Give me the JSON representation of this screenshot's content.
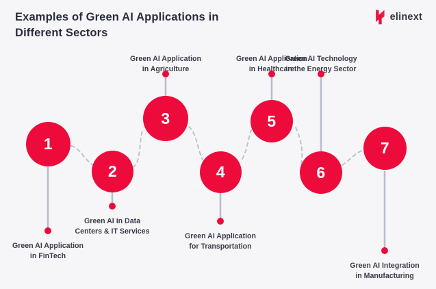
{
  "header": {
    "title_line1": "Examples of Green AI Applications in",
    "title_line2": "Different Sectors",
    "logo_text": "elinext",
    "logo_mark_name": "elinext-n-mark"
  },
  "theme": {
    "background": "#F6F6F8",
    "accent_red": "#EC0B3B",
    "title_color": "#2B2D3E",
    "label_color": "#3A3C4A",
    "stem_color": "#B9BECB",
    "connector_color": "#BFC3CE"
  },
  "steps": [
    {
      "number": "1",
      "label_line1": "Green AI Application",
      "label_line2": "in FinTech",
      "label_position": "below"
    },
    {
      "number": "2",
      "label_line1": "Green AI in Data",
      "label_line2": "Centers & IT Services",
      "label_position": "below"
    },
    {
      "number": "3",
      "label_line1": "Green AI Application",
      "label_line2": "in Agriculture",
      "label_position": "above"
    },
    {
      "number": "4",
      "label_line1": "Green AI Application",
      "label_line2": "for Transportation",
      "label_position": "below"
    },
    {
      "number": "5",
      "label_line1": "Green AI Application",
      "label_line2": "in Healthcare",
      "label_position": "above"
    },
    {
      "number": "6",
      "label_line1": "Green AI Technology",
      "label_line2": "in the Energy Sector",
      "label_position": "above"
    },
    {
      "number": "7",
      "label_line1": "Green AI Integration",
      "label_line2": "in Manufacturing",
      "label_position": "below"
    }
  ]
}
